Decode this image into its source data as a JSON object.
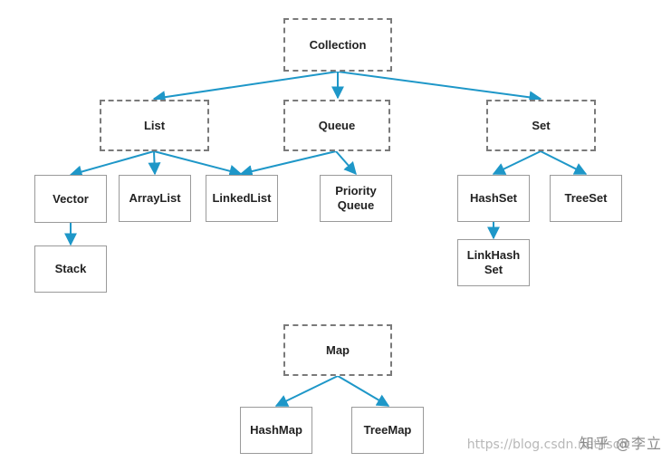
{
  "nodes": {
    "collection": "Collection",
    "list": "List",
    "queue": "Queue",
    "set": "Set",
    "vector": "Vector",
    "arraylist": "ArrayList",
    "linkedlist": "LinkedList",
    "priorityqueue": "Priority Queue",
    "hashset": "HashSet",
    "treeset": "TreeSet",
    "stack": "Stack",
    "linkhashset": "LinkHash Set",
    "map": "Map",
    "hashmap": "HashMap",
    "treemap": "TreeMap"
  },
  "watermark": {
    "url": "https://blog.csdn.net/lsoft",
    "zhihu": "知乎 @李立"
  },
  "colors": {
    "arrow": "#1e97c8",
    "dashed_border": "#7a7a7a",
    "solid_border": "#9a9a9a"
  }
}
